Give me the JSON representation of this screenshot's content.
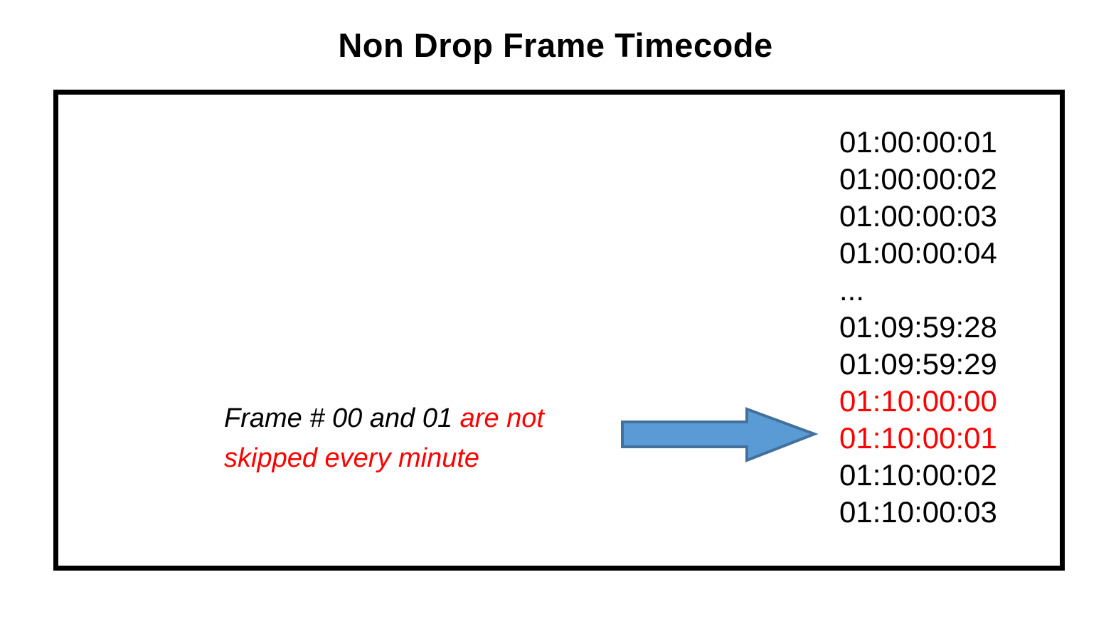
{
  "title": "Non Drop Frame Timecode",
  "diagram": {
    "timecodes": [
      {
        "text": "01:00:00:01",
        "color": "black"
      },
      {
        "text": "01:00:00:02",
        "color": "black"
      },
      {
        "text": "01:00:00:03",
        "color": "black"
      },
      {
        "text": "01:00:00:04",
        "color": "black"
      },
      {
        "text": "...",
        "color": "black"
      },
      {
        "text": "01:09:59:28",
        "color": "black"
      },
      {
        "text": "01:09:59:29",
        "color": "black"
      },
      {
        "text": "01:10:00:00",
        "color": "red"
      },
      {
        "text": "01:10:00:01",
        "color": "red"
      },
      {
        "text": "01:10:00:02",
        "color": "black"
      },
      {
        "text": "01:10:00:03",
        "color": "black"
      }
    ],
    "annotation": {
      "black_text": "Frame # 00 and 01",
      "red_text_line1": "are not",
      "red_text_line2": "skipped every minute"
    },
    "arrow": {
      "icon": "block-arrow-right-icon",
      "fill": "#5B9BD5",
      "stroke": "#41719C"
    }
  },
  "colors": {
    "highlight_red": "#FF0000",
    "text_black": "#000000",
    "box_border": "#000000",
    "background": "#FFFFFF"
  }
}
